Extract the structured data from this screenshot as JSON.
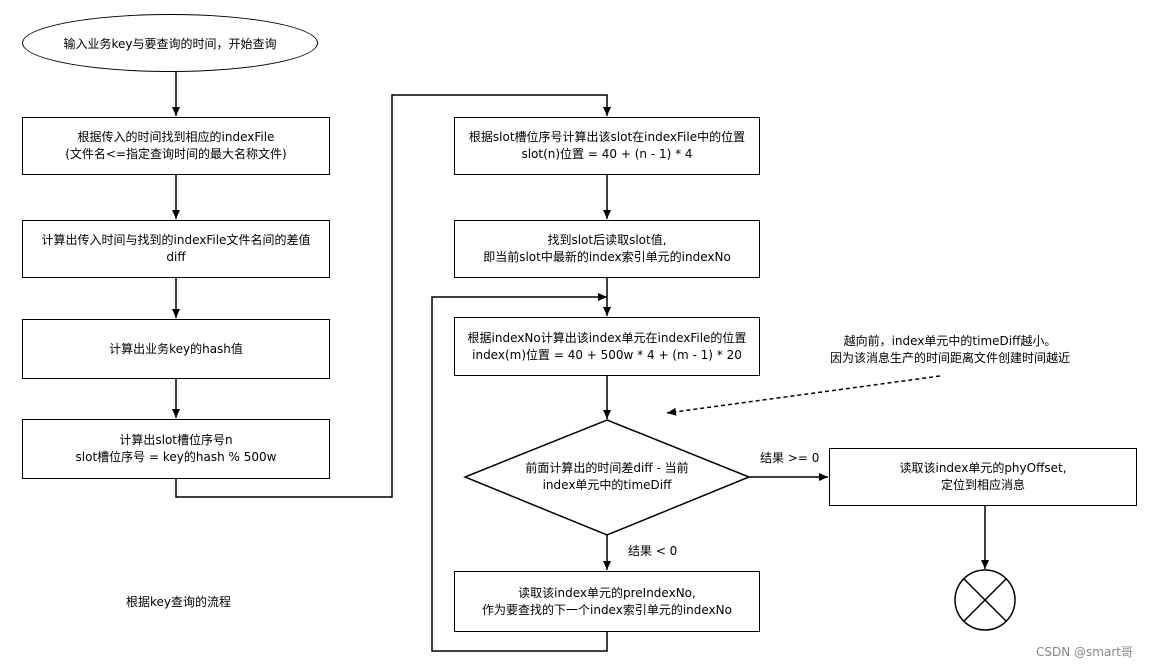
{
  "start": {
    "text": "输入业务key与要查询的时间，开始查询"
  },
  "steps": {
    "s1": [
      "根据传入的时间找到相应的indexFile",
      "(文件名<=指定查询时间的最大名称文件)"
    ],
    "s2": [
      "计算出传入时间与找到的indexFile文件名间的差值",
      "diff"
    ],
    "s3": [
      "计算出业务key的hash值"
    ],
    "s4": [
      "计算出slot槽位序号n",
      "slot槽位序号 = key的hash % 500w"
    ],
    "s5": [
      "根据slot槽位序号计算出该slot在indexFile中的位置",
      "slot(n)位置 = 40 + (n - 1) * 4"
    ],
    "s6": [
      "找到slot后读取slot值,",
      "即当前slot中最新的index索引单元的indexNo"
    ],
    "s7": [
      "根据indexNo计算出该index单元在indexFile的位置",
      "index(m)位置 = 40 + 500w * 4 + (m - 1) * 20"
    ],
    "s8": [
      "读取该index单元的preIndexNo,",
      "作为要查找的下一个index索引单元的indexNo"
    ],
    "s9": [
      "读取该index单元的phyOffset,",
      "定位到相应消息"
    ]
  },
  "decision": [
    "前面计算出的时间差diff - 当前",
    "index单元中的timeDiff"
  ],
  "edge_labels": {
    "yes": "结果 >= 0",
    "no": "结果 < 0"
  },
  "note": [
    "越向前，index单元中的timeDiff越小。",
    "因为该消息生产的时间距离文件创建时间越近"
  ],
  "caption": "根据key查询的流程",
  "watermark": "CSDN @smart哥"
}
